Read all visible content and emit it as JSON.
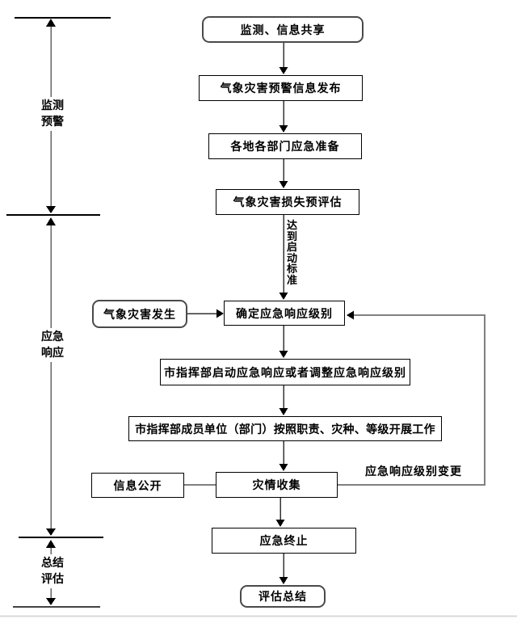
{
  "flowchart": {
    "title_hint": "气象灾害应急响应流程图",
    "phases": [
      {
        "label": "监测\n预警"
      },
      {
        "label": "应急\n响应"
      },
      {
        "label": "总结\n评估"
      }
    ],
    "main_nodes": [
      {
        "label": "监测、信息共享",
        "shape": "rounded"
      },
      {
        "label": "气象灾害预警信息发布",
        "shape": "rect"
      },
      {
        "label": "各地各部门应急准备",
        "shape": "rect"
      },
      {
        "label": "气象灾害损失预评估",
        "shape": "rect"
      },
      {
        "label": "确定应急响应级别",
        "shape": "rect"
      },
      {
        "label": "市指挥部启动应急响应或者调整应急响应级别",
        "shape": "rect"
      },
      {
        "label": "市指挥部成员单位（部门）按照职责、灾种、等级开展工作",
        "shape": "rect"
      },
      {
        "label": "灾情收集",
        "shape": "rect"
      },
      {
        "label": "应急终止",
        "shape": "rect"
      },
      {
        "label": "评估总结",
        "shape": "rounded"
      }
    ],
    "side_nodes": [
      {
        "label": "气象灾害发生",
        "shape": "rounded"
      },
      {
        "label": "信息公开",
        "shape": "rect"
      }
    ],
    "edge_labels": {
      "reach_start_standard": "达到启动标准",
      "response_level_change": "应急响应级别变更"
    },
    "colors": {
      "box_border": "#000000",
      "rounded_border": "#4a4a4a",
      "axis_line": "#666666",
      "gray_connector": "#808080",
      "bottom_edge": "#d8d8d8",
      "background": "#ffffff"
    }
  }
}
